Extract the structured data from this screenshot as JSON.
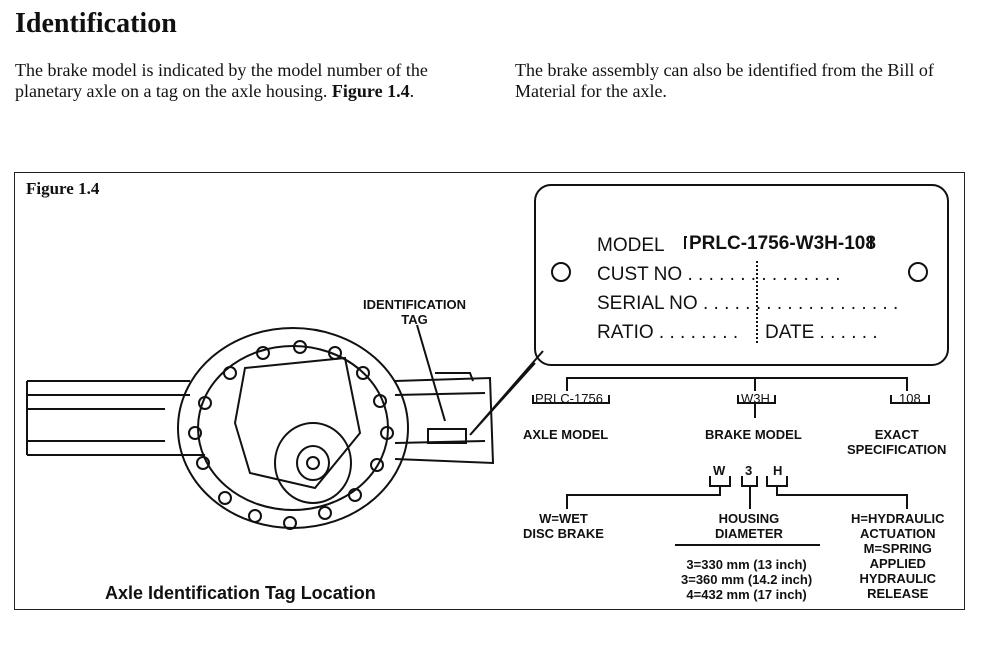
{
  "heading": "Identification",
  "intro": {
    "left": [
      "The brake model is indicated by the model number of the planetary axle on a tag on the axle housing. ",
      "Figure 1.4",
      "."
    ],
    "right": "The brake assembly can also be identified from the Bill of Material for the axle."
  },
  "figure": {
    "label": "Figure 1.4",
    "id_tag_label": [
      "IDENTIFICATION",
      "TAG"
    ],
    "caption": "Axle Identification Tag Location",
    "plate": {
      "model_label": "MODEL",
      "model_value": "PRLC-1756-W3H-108",
      "cust_no": "CUST NO",
      "serial_no": "SERIAL NO",
      "ratio": "RATIO",
      "date": "DATE"
    },
    "breakdown": {
      "axle_code": "PRLC-1756",
      "axle_model": "AXLE MODEL",
      "brake_code": "W3H",
      "brake_model": "BRAKE MODEL",
      "spec_code": "108",
      "exact_spec": [
        "EXACT",
        "SPECIFICATION"
      ],
      "letters": [
        "W",
        "3",
        "H"
      ],
      "w_meaning": [
        "W=WET",
        "DISC BRAKE"
      ],
      "housing": [
        "HOUSING",
        "DIAMETER"
      ],
      "diameters": [
        "3=330 mm (13 inch)",
        "3=360 mm (14.2 inch)",
        "4=432 mm (17 inch)"
      ],
      "h_meaning": [
        "H=HYDRAULIC",
        "ACTUATION",
        "M=SPRING",
        "APPLIED",
        "HYDRAULIC",
        "RELEASE"
      ]
    }
  }
}
